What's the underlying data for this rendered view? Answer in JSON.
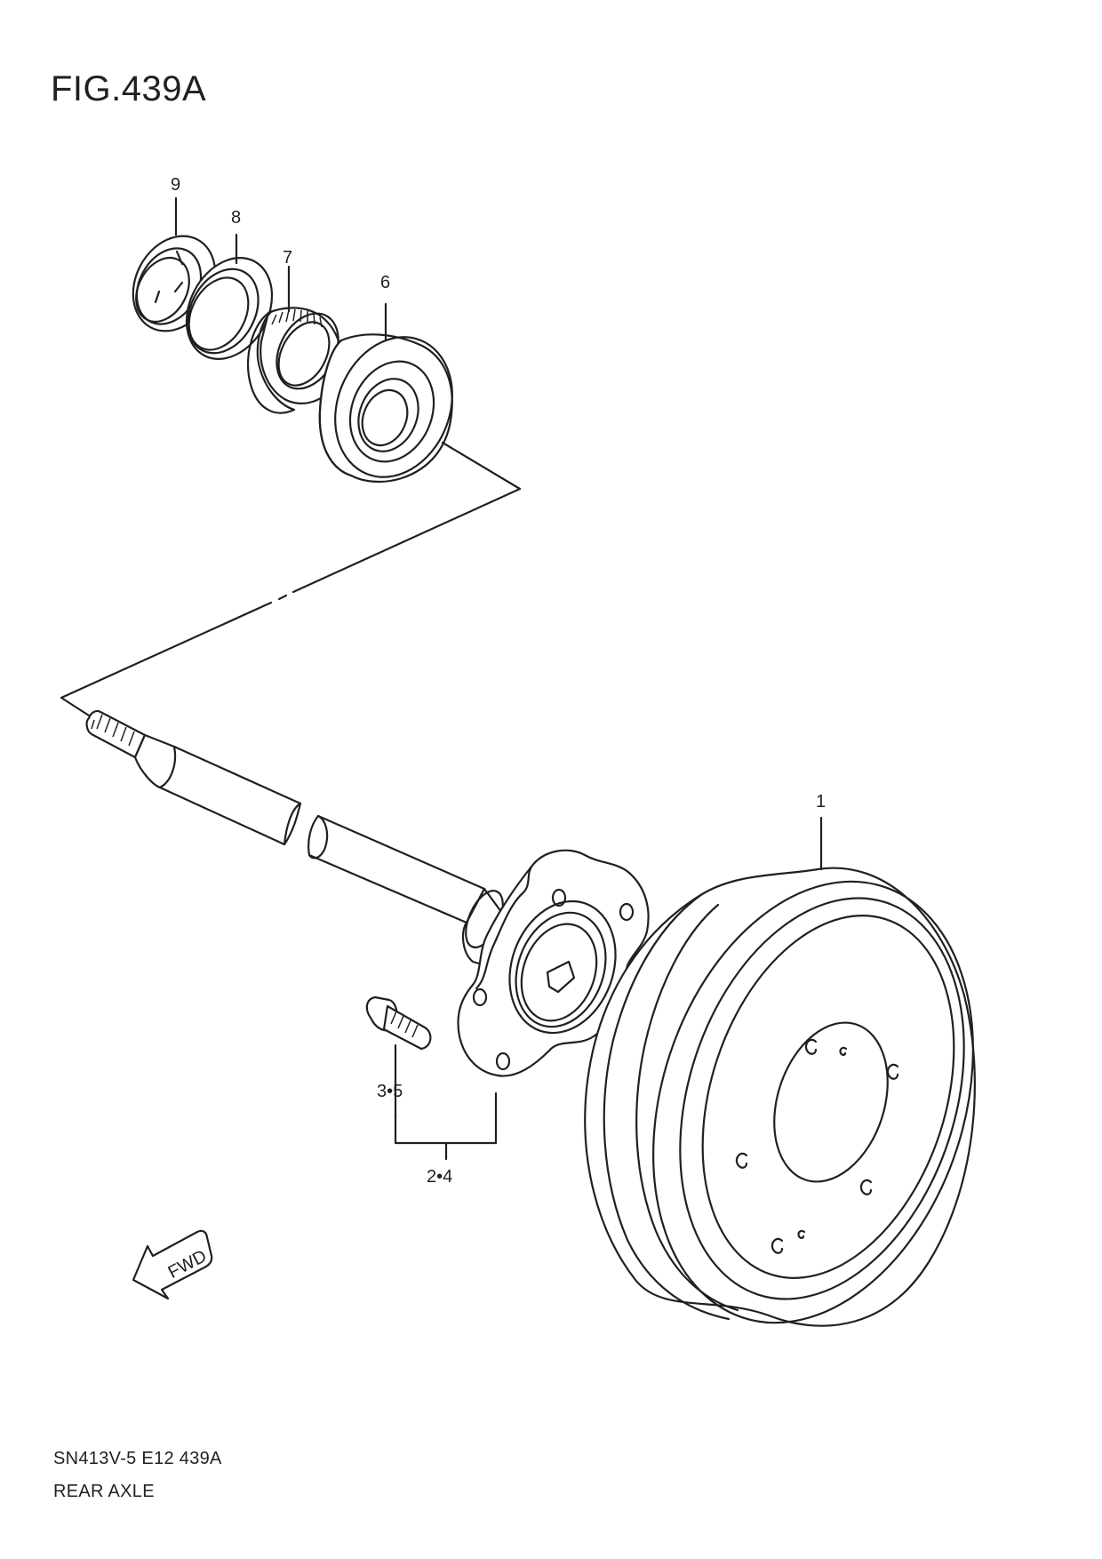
{
  "figure": {
    "title": "FIG.439A"
  },
  "footer": {
    "code": "SN413V-5 E12 439A",
    "name": "REAR AXLE"
  },
  "callouts": {
    "drum": "1",
    "flange_group": "2•4",
    "bolt_group": "3•5",
    "bearing_6": "6",
    "bearing_7": "7",
    "seal_8": "8",
    "retainer_9": "9"
  },
  "badges": {
    "fwd": "FWD"
  }
}
